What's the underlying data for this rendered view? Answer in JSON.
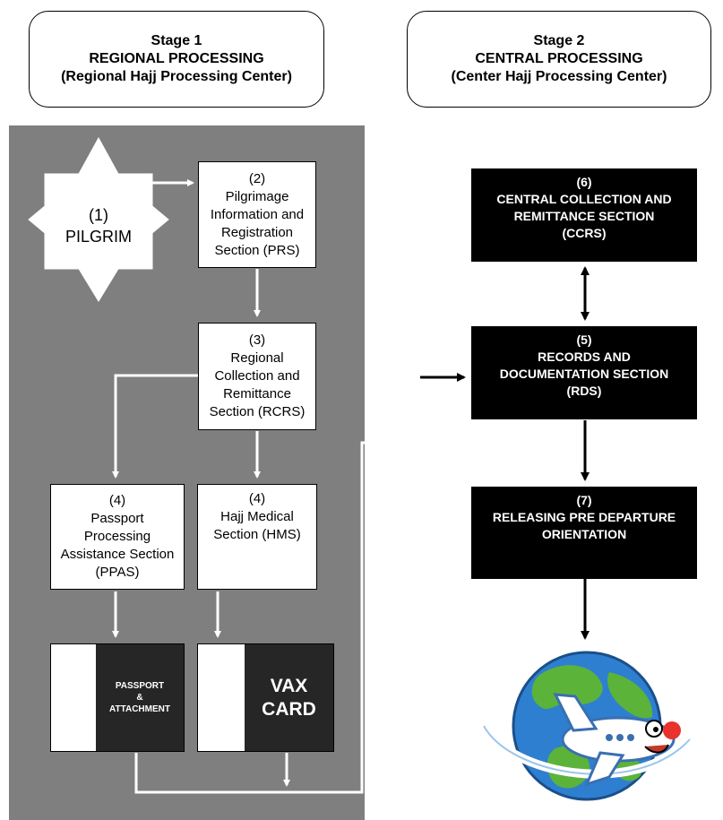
{
  "stage1": {
    "line1": "Stage 1",
    "line2": "REGIONAL PROCESSING",
    "line3": "(Regional Hajj Processing Center)"
  },
  "stage2": {
    "line1": "Stage 2",
    "line2": "CENTRAL PROCESSING",
    "line3": "(Center Hajj Processing Center)"
  },
  "pilgrim": {
    "num": "(1)",
    "label": "PILGRIM"
  },
  "prs": {
    "num": "(2)",
    "l1": "Pilgrimage",
    "l2": "Information and",
    "l3": "Registration",
    "l4": "Section (PRS)"
  },
  "rcrs": {
    "num": "(3)",
    "l1": "Regional",
    "l2": "Collection and",
    "l3": "Remittance",
    "l4": "Section (RCRS)"
  },
  "ppas": {
    "num": "(4)",
    "l1": "Passport",
    "l2": "Processing",
    "l3": "Assistance Section",
    "l4": "(PPAS)"
  },
  "hms": {
    "num": "(4)",
    "l1": "Hajj Medical",
    "l2": "Section (HMS)"
  },
  "passport_card": {
    "l1": "PASSPORT",
    "l2": "&",
    "l3": "ATTACHMENT"
  },
  "vax_card": {
    "l1": "VAX",
    "l2": "CARD"
  },
  "ccrs": {
    "num": "(6)",
    "l1": "CENTRAL COLLECTION AND",
    "l2": "REMITTANCE SECTION",
    "l3": "(CCRS)"
  },
  "rds": {
    "num": "(5)",
    "l1": "RECORDS AND",
    "l2": "DOCUMENTATION SECTION",
    "l3": "(RDS)"
  },
  "releasing": {
    "num": "(7)",
    "l1": "RELEASING PRE DEPARTURE",
    "l2": "ORIENTATION"
  },
  "colors": {
    "panel": "#7f7f7f",
    "dark_box": "#000000",
    "card_dark": "#262626",
    "globe_ocean": "#2f7fd0",
    "globe_land": "#5bb33a"
  }
}
